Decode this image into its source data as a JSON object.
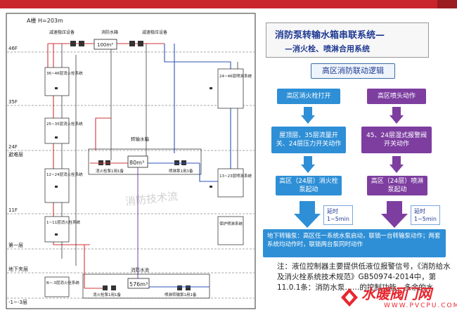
{
  "left": {
    "building_title": "A楼  H=203m",
    "floors": [
      "46F",
      "35F",
      "24F",
      "避难层",
      "11F",
      "第一层",
      "地下夹层",
      "-1~-3层"
    ],
    "top_labels": [
      "减速稳压设备",
      "消防水箱",
      "减速稳压设备"
    ],
    "tank_top": "100m³",
    "transfer_tank_label": "转输水箱",
    "transfer_tank_volume": "80m³",
    "pump_rooms": [
      "消火栓泵1用1备",
      "喷淋泵1用1备"
    ],
    "pool_label": "消防水池",
    "pool_volume": "576m³",
    "pool_pumps": [
      "消火栓泵1用1备",
      "喷淋转输泵1用1备"
    ],
    "zones_left": [
      "36~46层消火栓系统",
      "25~35层消火栓系统",
      "12~24层消火栓系统",
      "1~11层消火栓系统",
      "B~-3层消火栓系统"
    ],
    "zones_right": [
      "24~46层喷淋系统",
      "13~23层喷淋系统",
      "保护喷淋系统"
    ],
    "watermark": "消防技术流"
  },
  "right": {
    "title_line1": "消防泵转输水箱串联系统—",
    "title_line2": "—消火栓、喷淋合用系统",
    "logic_title": "高区消防联动逻辑",
    "hydrant_start": "高区消火栓打开",
    "sprinkler_start": "高区喷头动作",
    "hydrant_switch": "屋顶层、35层流量开关、24层压力开关动作",
    "sprinkler_switch": "45、24层湿式报警阀开关动作",
    "hydrant_pump": "高区（24层）消火栓泵起动",
    "sprinkler_pump": "高区（24层）喷淋泵起动",
    "delay_label": "延时",
    "delay_value": "1~5min",
    "bottom_text": "地下转输泵：高区任一系统水泵启动，联锁一台转输泵动作；两套系统均动作时，联锁两台泵同时动作",
    "note": "注：液位控制器主要提供低液位报警信号，《消防给水及消火栓系统技术规范》GB50974-2014中，第11.0.1条：消防水泵……的控制功能，多余的水"
  },
  "brand": {
    "name": "水暖阀门网",
    "url": "WWW.PVCPU.COM"
  },
  "colors": {
    "accent_red": "#c9252c",
    "blue": "#2e8fd6",
    "purple": "#7d3ea0",
    "title_blue": "#1f3a93"
  }
}
